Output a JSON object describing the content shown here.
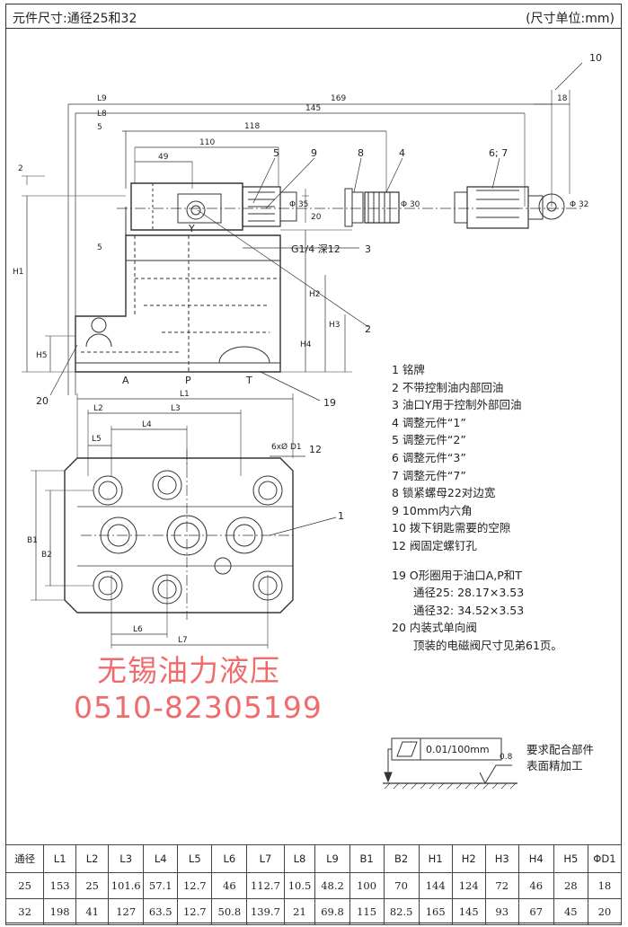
{
  "header": {
    "title": "元件尺寸:通径25和32",
    "unit": "(尺寸单位:mm)"
  },
  "top_view": {
    "dims": {
      "l9": "L9",
      "l8": "L8",
      "d5": "5",
      "d169": "169",
      "d145": "145",
      "d118": "118",
      "d110": "110",
      "d49": "49",
      "d18": "18",
      "d2": "2",
      "d5b": "5",
      "d20": "20"
    },
    "labels": {
      "h1": "H1",
      "h2": "H2",
      "h3": "H3",
      "h4": "H4",
      "h5": "H5",
      "y": "Y",
      "g": "G1/4 深12",
      "a": "A",
      "p": "P",
      "t": "T",
      "phi35": "Φ 35",
      "phi30": "Φ 30",
      "phi32": "Φ 32"
    },
    "callouts": {
      "c10": "10",
      "c5": "5",
      "c9": "9",
      "c8": "8",
      "c4": "4",
      "c67": "6; 7",
      "c3": "3",
      "c2": "2",
      "c20": "20",
      "c19": "19"
    }
  },
  "bottom_view": {
    "dims": {
      "l1": "L1",
      "l2": "L2",
      "l3": "L3",
      "l4": "L4",
      "l5": "L5",
      "l6": "L6",
      "l7": "L7",
      "b1": "B1",
      "b2": "B2",
      "holes": "6xØ D1"
    },
    "callouts": {
      "c12": "12",
      "c1": "1"
    }
  },
  "legend": [
    "1  铭牌",
    "2  不带控制油内部回油",
    "3  油口Y用于控制外部回油",
    "4  调整元件“1”",
    "5  调整元件“2”",
    "6  调整元件“3”",
    "7  调整元件“7”",
    "8  锁紧螺母22对边宽",
    "9  10mm内六角",
    "10  拨下钥匙需要的空隙",
    "12  阀固定螺钉孔",
    "19  O形圈用于油口A,P和T",
    "通径25:  28.17×3.53",
    "通径32:  34.52×3.53",
    "20  内装式单向阀",
    "顶装的电磁阀尺寸见弟61页。"
  ],
  "watermark": {
    "company": "无锡油力液压",
    "phone": "0510-82305199"
  },
  "tolerance": {
    "flatness": "0.01/100mm",
    "roughness": "0.8",
    "note_line1": "要求配合部件",
    "note_line2": "表面精加工"
  },
  "table": {
    "headers": [
      "通径",
      "L1",
      "L2",
      "L3",
      "L4",
      "L5",
      "L6",
      "L7",
      "L8",
      "L9",
      "B1",
      "B2",
      "H1",
      "H2",
      "H3",
      "H4",
      "H5",
      "ΦD1"
    ],
    "rows": [
      [
        "25",
        "153",
        "25",
        "101.6",
        "57.1",
        "12.7",
        "46",
        "112.7",
        "10.5",
        "48.2",
        "100",
        "70",
        "144",
        "124",
        "72",
        "46",
        "28",
        "18"
      ],
      [
        "32",
        "198",
        "41",
        "127",
        "63.5",
        "12.7",
        "50.8",
        "139.7",
        "21",
        "69.8",
        "115",
        "82.5",
        "165",
        "145",
        "93",
        "67",
        "45",
        "20"
      ]
    ]
  }
}
